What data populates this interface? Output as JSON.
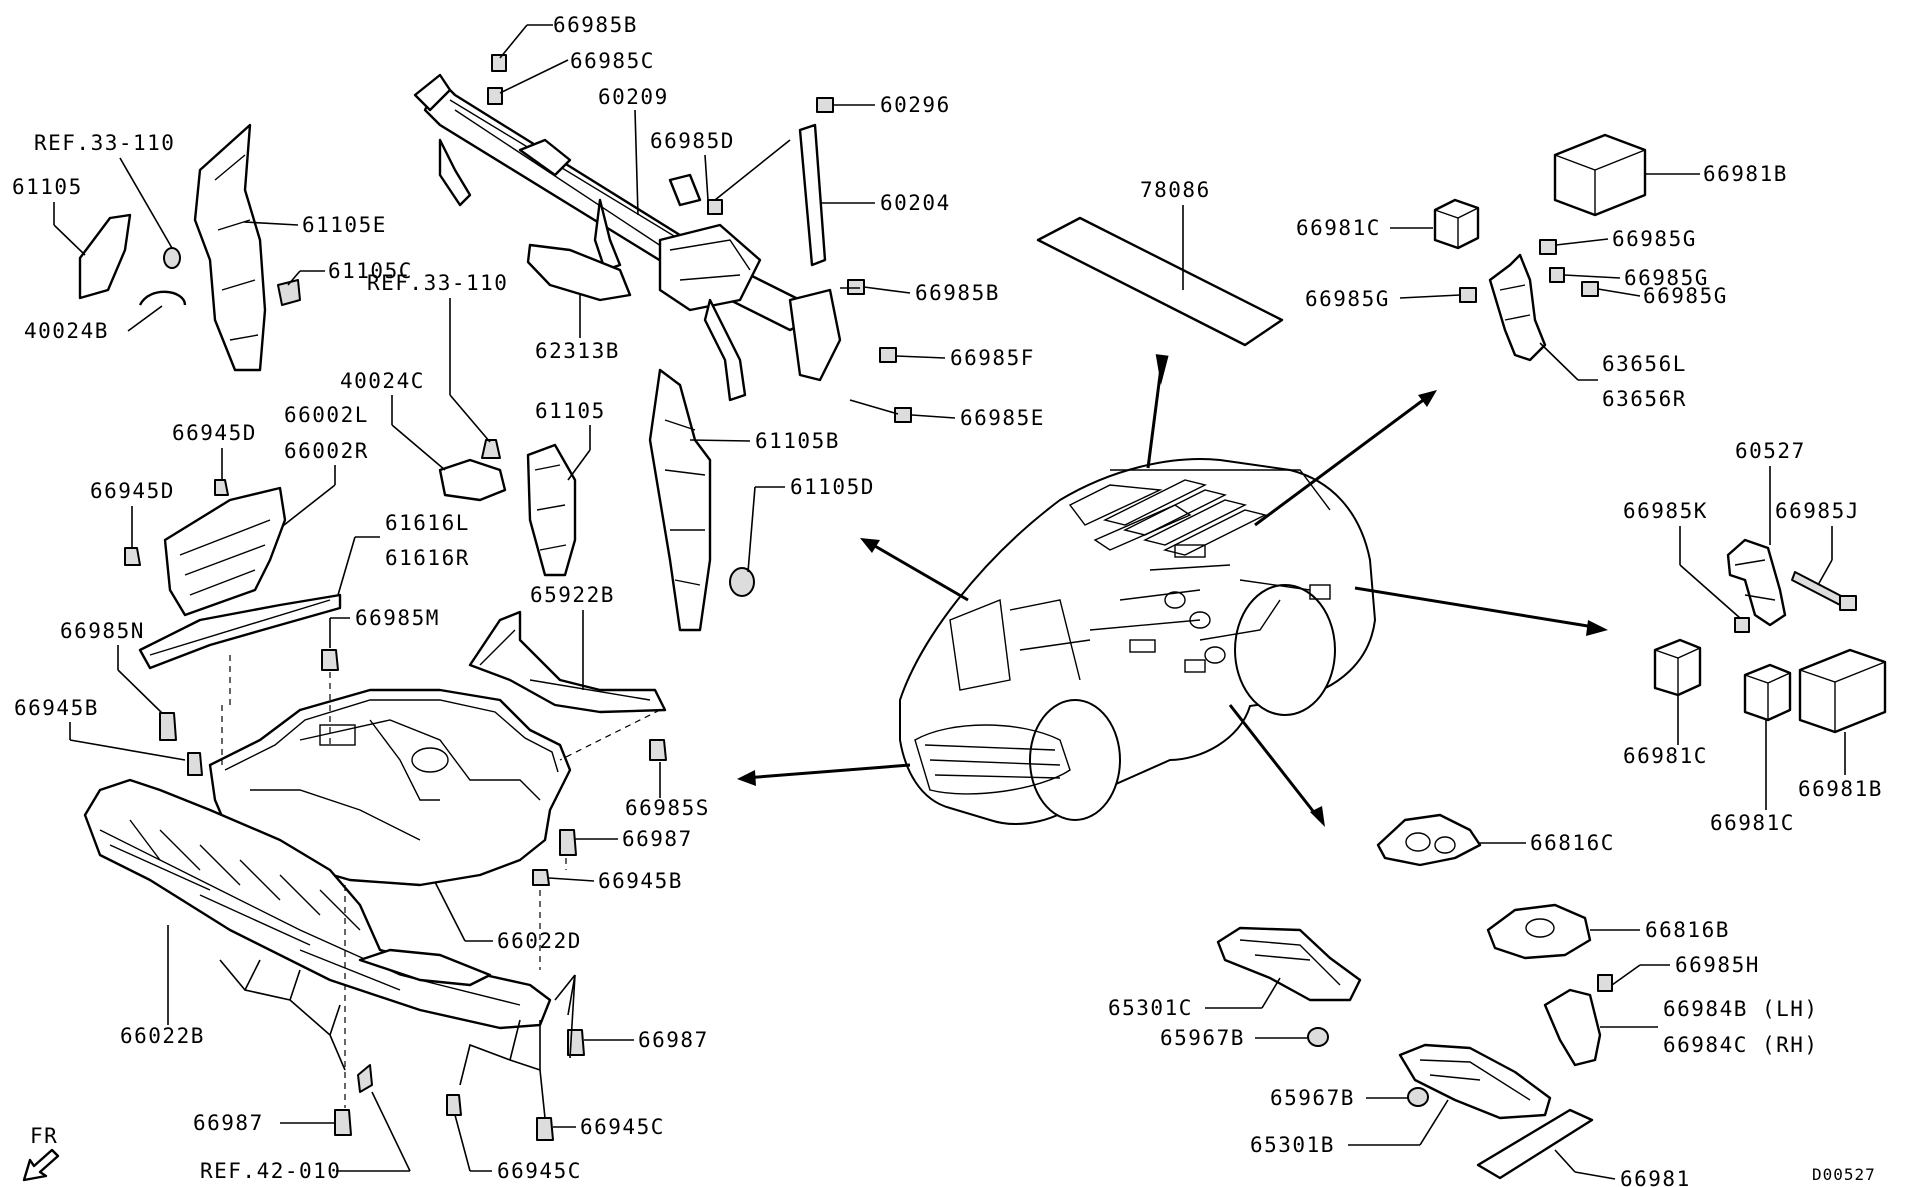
{
  "labels": {
    "l_66985B_1": "66985B",
    "l_66985C": "66985C",
    "l_60209": "60209",
    "l_60296": "60296",
    "l_66985D": "66985D",
    "l_60204": "60204",
    "l_66985B_2": "66985B",
    "l_66985F": "66985F",
    "l_66985E": "66985E",
    "l_62313B": "62313B",
    "l_ref33_110_a": "REF.33-110",
    "l_61105_a": "61105",
    "l_61105E": "61105E",
    "l_61105C": "61105C",
    "l_40024B": "40024B",
    "l_ref33_110_b": "REF.33-110",
    "l_40024C": "40024C",
    "l_66002L": "66002L",
    "l_66002R": "66002R",
    "l_66945D_1": "66945D",
    "l_66945D_2": "66945D",
    "l_61105_b": "61105",
    "l_61105B": "61105B",
    "l_61105D": "61105D",
    "l_61616L": "61616L",
    "l_61616R": "61616R",
    "l_66985N": "66985N",
    "l_66985M": "66985M",
    "l_65922B": "65922B",
    "l_66945B_1": "66945B",
    "l_66985S": "66985S",
    "l_66987_1": "66987",
    "l_66945B_2": "66945B",
    "l_66022D": "66022D",
    "l_66022B": "66022B",
    "l_66987_2": "66987",
    "l_66987_3": "66987",
    "l_ref42_010": "REF.42-010",
    "l_66945C_1": "66945C",
    "l_66945C_2": "66945C",
    "l_FR": "FR",
    "l_78086": "78086",
    "l_66981C_1": "66981C",
    "l_66981B_1": "66981B",
    "l_66985G_1": "66985G",
    "l_66985G_2": "66985G",
    "l_66985G_3": "66985G",
    "l_66985G_4": "66985G",
    "l_63656L": "63656L",
    "l_63656R": "63656R",
    "l_60527": "60527",
    "l_66985K": "66985K",
    "l_66985J": "66985J",
    "l_66981C_2": "66981C",
    "l_66981C_3": "66981C",
    "l_66981B_2": "66981B",
    "l_66816C": "66816C",
    "l_66816B": "66816B",
    "l_66985H": "66985H",
    "l_66984B": "66984B (LH)",
    "l_66984C": "66984C (RH)",
    "l_65301C": "65301C",
    "l_65967B_1": "65967B",
    "l_65967B_2": "65967B",
    "l_65301B": "65301B",
    "l_66981": "66981",
    "l_D00527": "D00527"
  }
}
